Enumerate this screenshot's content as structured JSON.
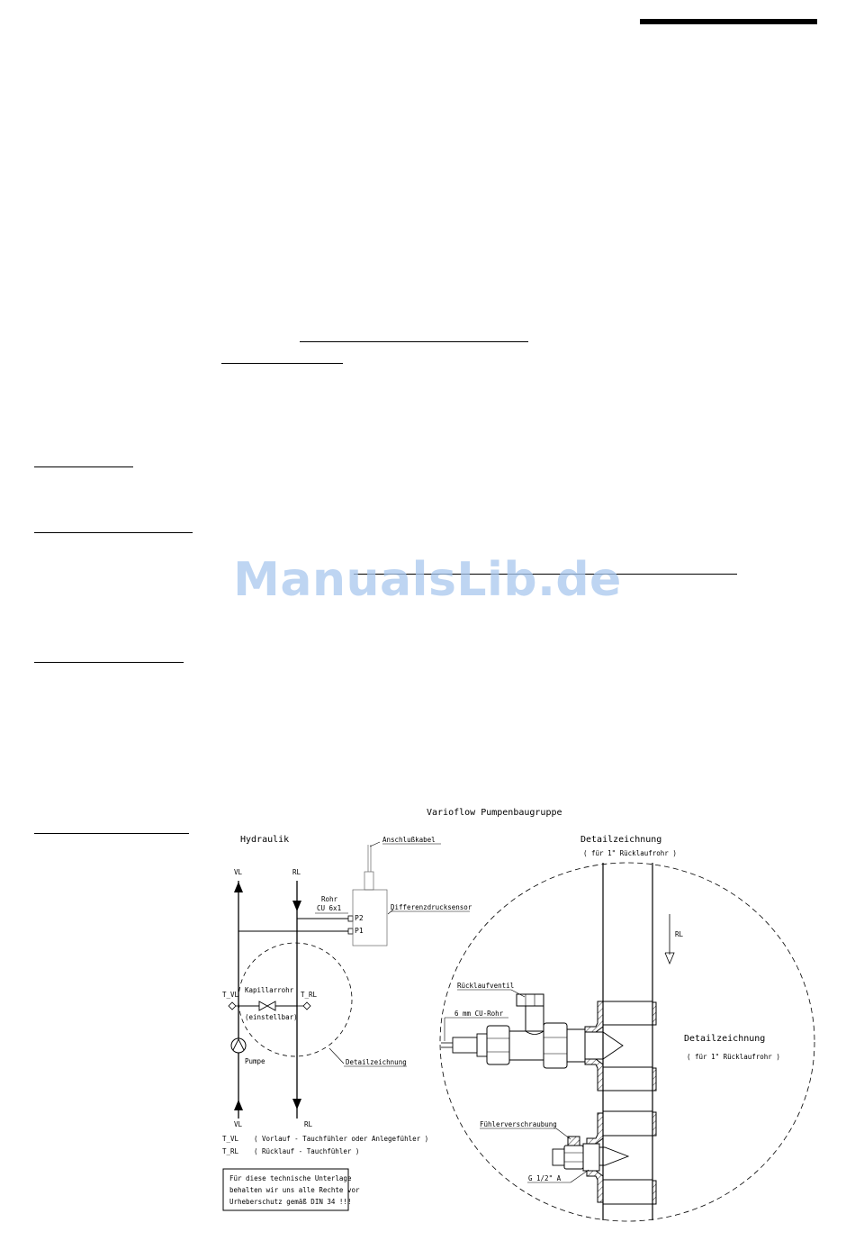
{
  "watermark": "ManualsLib.de",
  "drawing": {
    "title": "Varioflow Pumpenbaugruppe",
    "hydraulik": {
      "heading": "Hydraulik",
      "vl_top": "VL",
      "rl_top": "RL",
      "vl_bottom": "VL",
      "rl_bottom": "RL",
      "rohr": "Rohr",
      "cu": "CU 6x1",
      "p2": "P2",
      "p1": "P1",
      "anschlusskabel": "Anschlußkabel",
      "differenzdrucksensor": "Differenzdrucksensor",
      "t_vl": "T_VL",
      "t_rl": "T_RL",
      "kapillarrohr": "Kapillarrohr",
      "einstellbar": "(einstellbar)",
      "pumpe": "Pumpe",
      "detailzeichnung_callout": "Detailzeichnung"
    },
    "legend": [
      {
        "key": "T_VL",
        "text": "( Vorlauf - Tauchfühler oder Anlegefühler )"
      },
      {
        "key": "T_RL",
        "text": "( Rücklauf - Tauchfühler )"
      }
    ],
    "copyright": [
      "Für diese technische Unterlage",
      "behalten wir uns alle Rechte vor",
      "Urheberschutz gemäß DIN 34 !!!"
    ],
    "detail": {
      "heading": "Detailzeichnung",
      "subheading": "( für 1\" Rücklaufrohr )",
      "heading_right": "Detailzeichnung",
      "subheading_right": "( für 1\" Rücklaufrohr )",
      "rl": "RL",
      "ruecklaufventil": "Rücklaufventil",
      "cu_rohr": "6 mm CU-Rohr",
      "fuehlerverschraubung": "Fühlerverschraubung",
      "gewinde": "G 1/2\" A"
    }
  }
}
